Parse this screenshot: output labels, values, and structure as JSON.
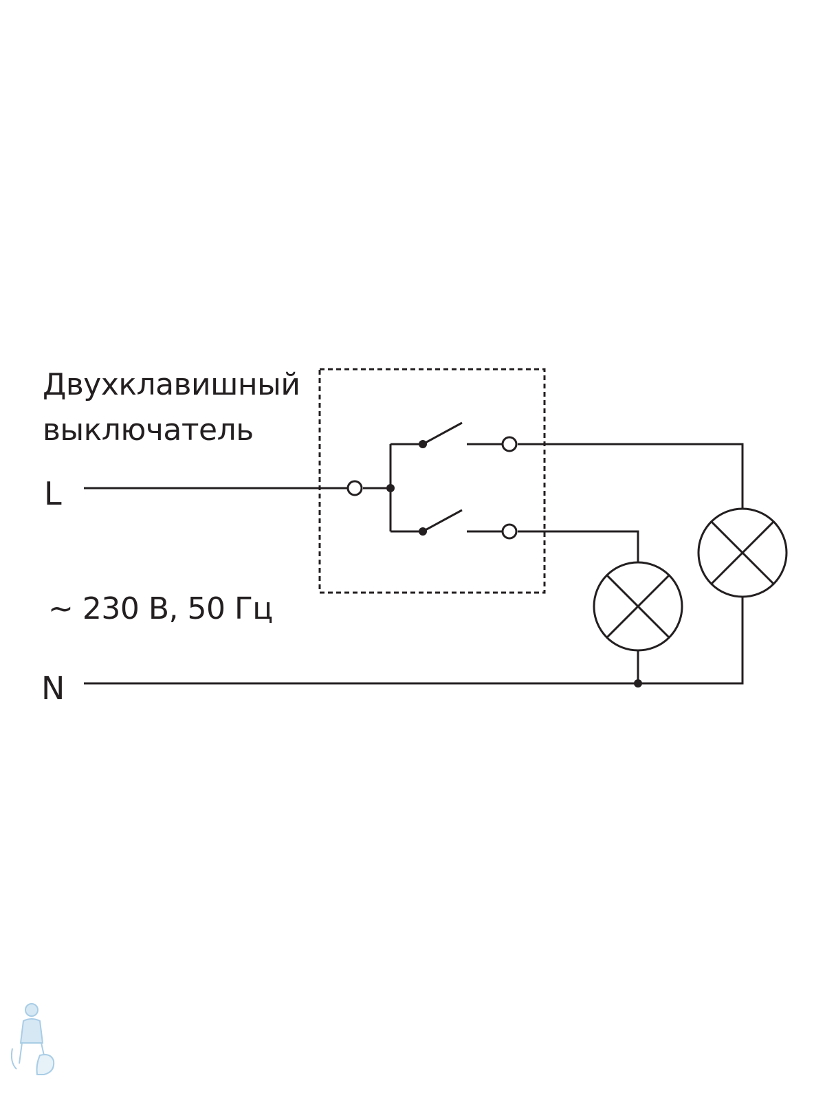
{
  "title": {
    "line1": "Двухклавишный",
    "line2": "выключатель"
  },
  "terminals": {
    "phase": "L",
    "neutral": "N"
  },
  "supply": "~ 230 В, 50 Гц",
  "colors": {
    "line": "#231f20",
    "background": "#ffffff",
    "watermark": "#a9cde6"
  },
  "components": {
    "switch_box": "dashed-box",
    "switch_keys": 2,
    "lamps": 2
  },
  "icons": {
    "watermark": "plumber-mascot-icon"
  }
}
